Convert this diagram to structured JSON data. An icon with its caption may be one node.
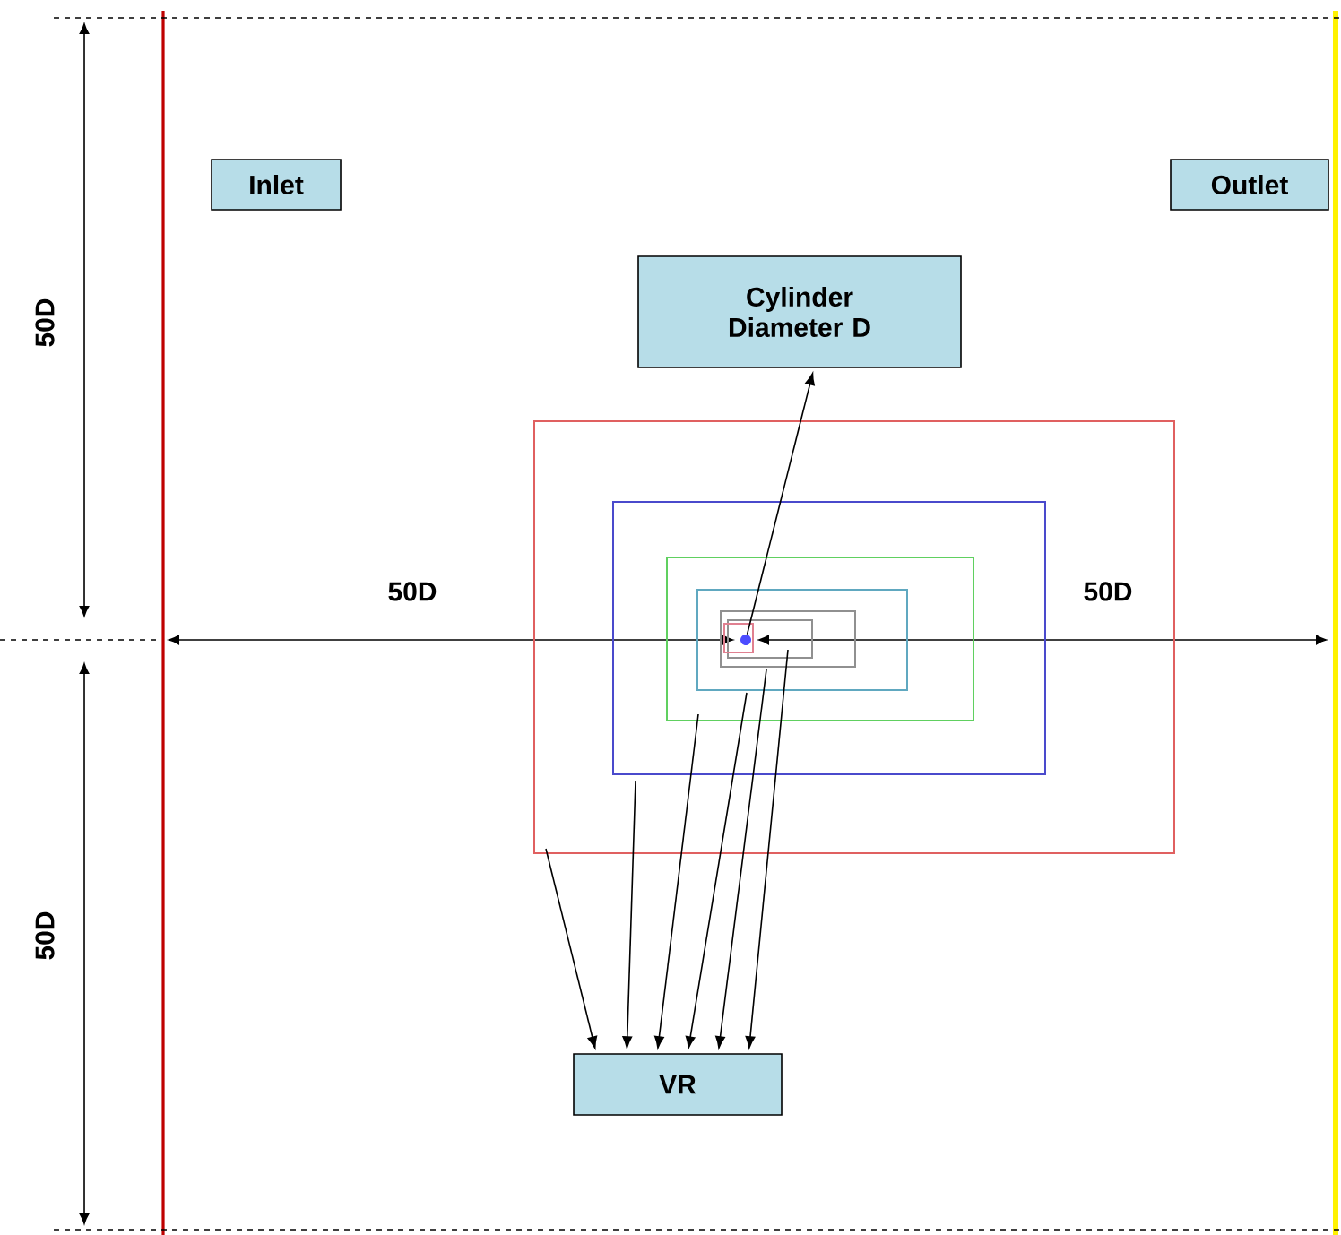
{
  "diagram": {
    "nodes": [
      {
        "text": [
          "Inlet"
        ]
      },
      {
        "text": [
          "Outlet"
        ]
      },
      {
        "text": [
          "Cylinder Diameter D"
        ]
      },
      {
        "text": [],
        "shape": "box"
      },
      {
        "text": [],
        "shape": "box",
        "in": 3
      },
      {
        "text": [],
        "shape": "box",
        "in": 4
      },
      {
        "text": [],
        "shape": "box",
        "in": 5
      },
      {
        "text": [],
        "shape": "box",
        "in": 6
      },
      {
        "text": [],
        "shape": "box",
        "in": 7
      },
      {
        "text": [],
        "shape": "box",
        "in": 8
      },
      {
        "text": [],
        "shape": "circle",
        "in": 9
      },
      {
        "text": [
          "VR"
        ]
      }
    ],
    "edges": [
      {
        "from": 10,
        "to": 2,
        "arrow": "to"
      },
      {
        "from": 3,
        "to": 11,
        "arrow": "to"
      },
      {
        "from": 4,
        "to": 11,
        "arrow": "to"
      },
      {
        "from": 5,
        "to": 11,
        "arrow": "to"
      },
      {
        "from": 6,
        "to": 11,
        "arrow": "to"
      },
      {
        "from": 7,
        "to": 11,
        "arrow": "to"
      },
      {
        "from": 8,
        "to": 11,
        "arrow": "to"
      }
    ],
    "labels": [
      "50D",
      "50D",
      "50D",
      "50D"
    ]
  }
}
